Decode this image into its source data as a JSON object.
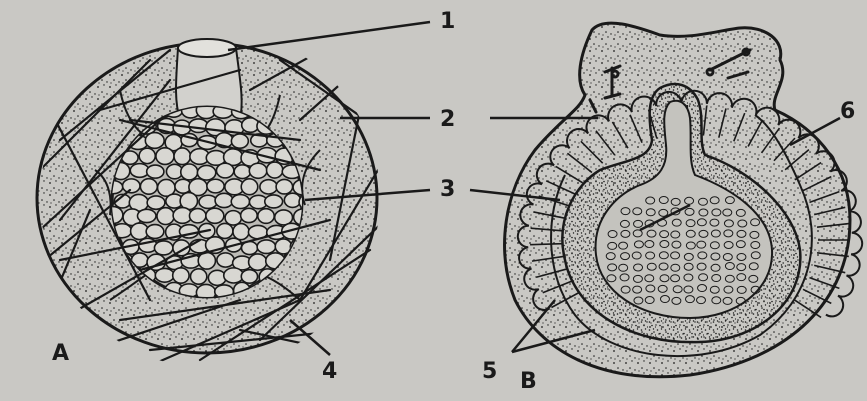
{
  "labels": {
    "l1": "1",
    "l2": "2",
    "l3": "3",
    "l4": "4",
    "l5": "5",
    "l6": "6",
    "panel_a": "A",
    "panel_b": "B"
  },
  "colors": {
    "paper": "#c9c8c4",
    "ink": "#1a1a1a",
    "cell_fill": "#d8d7d2"
  }
}
